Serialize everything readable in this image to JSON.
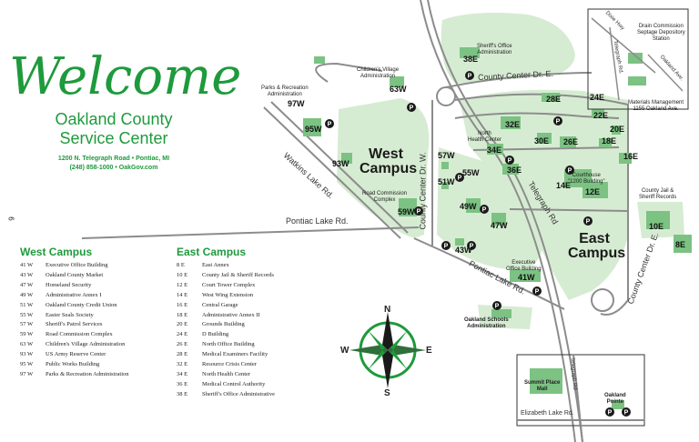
{
  "header": {
    "welcome": "Welcome",
    "title_line1": "Oakland County",
    "title_line2": "Service Center",
    "address": "1200 N. Telegraph Road • Pontiac, MI",
    "contact": "(248) 858-1000 • OakGov.com"
  },
  "side_label": "6",
  "campus_labels": {
    "west": "West Campus",
    "east": "East Campus"
  },
  "roads": {
    "county_center_e": "County Center Dr. E.",
    "county_center_w": "County Center Dr. W.",
    "county_center_e_lower": "County Center Dr. E.",
    "telegraph": "Telegraph Rd",
    "telegraph_inset": "Telegraph Rd",
    "watkins": "Watkins Lake Rd.",
    "pontiac_lake_w": "Pontiac Lake Rd.",
    "pontiac_lake_e": "Pontiac Lake Rd.",
    "elizabeth": "Elizabeth Lake Rd.",
    "dixie": "Dixie Hwy",
    "telegraph_ne": "Telegraph Rd.",
    "oakland_ave": "Oakland Ave."
  },
  "place_labels": {
    "parks": "Parks & Recreation\nAdministration",
    "childrens": "Children's Village\nAdministration",
    "sheriff_admin": "Sheriff's Office\nAdministration",
    "north_health": "North\nHealth Center",
    "road_commission": "Road Commission\nComplex",
    "courthouse": "Courthouse\n\"1200 Building\"",
    "jail": "County Jail &\nSheriff Records",
    "executive": "Executive\nOffice Building",
    "schools": "Oakland Schools\nAdministration",
    "drain": "Drain Commission\nSeptage Depository\nStation",
    "materials": "Materials Management\n1155 Oakland Ave.",
    "summit": "Summit Place\nMall",
    "oakland_pointe": "Oakland\nPointe"
  },
  "building_codes": [
    "38E",
    "97W",
    "63W",
    "95W",
    "93W",
    "28E",
    "24E",
    "32E",
    "22E",
    "30E",
    "26E",
    "20E",
    "18E",
    "34E",
    "36E",
    "16E",
    "57W",
    "55W",
    "51W",
    "14E",
    "12E",
    "49W",
    "47W",
    "59W",
    "10E",
    "8E",
    "43W",
    "41W"
  ],
  "west_list": {
    "heading": "West Campus",
    "items": [
      {
        "code": "41 W",
        "name": "Executive Office Building"
      },
      {
        "code": "43 W",
        "name": "Oakland County Market"
      },
      {
        "code": "47 W",
        "name": "Homeland Security"
      },
      {
        "code": "49 W",
        "name": "Administrative Annex I"
      },
      {
        "code": "51 W",
        "name": "Oakland County Credit Union"
      },
      {
        "code": "55 W",
        "name": "Easter Seals Society"
      },
      {
        "code": "57 W",
        "name": "Sheriff's Patrol Services"
      },
      {
        "code": "59 W",
        "name": "Road Commission Complex"
      },
      {
        "code": "63 W",
        "name": "Children's Village Administration"
      },
      {
        "code": "93 W",
        "name": "US Army Reserve Center"
      },
      {
        "code": "95 W",
        "name": "Public Works Building"
      },
      {
        "code": "97 W",
        "name": "Parks & Recreation Administration"
      }
    ]
  },
  "east_list": {
    "heading": "East Campus",
    "items": [
      {
        "code": "8 E",
        "name": "East Annex"
      },
      {
        "code": "10 E",
        "name": "County Jail & Sheriff Records"
      },
      {
        "code": "12 E",
        "name": "Court Tower Complex"
      },
      {
        "code": "14 E",
        "name": "West Wing Extension"
      },
      {
        "code": "16 E",
        "name": "Central Garage"
      },
      {
        "code": "18 E",
        "name": "Administrative Annex II"
      },
      {
        "code": "20 E",
        "name": "Grounds Building"
      },
      {
        "code": "24 E",
        "name": "D Building"
      },
      {
        "code": "26 E",
        "name": "North Office Building"
      },
      {
        "code": "28 E",
        "name": "Medical Examiners Facility"
      },
      {
        "code": "32 E",
        "name": "Resource Crisis Center"
      },
      {
        "code": "34 E",
        "name": "North Health Center"
      },
      {
        "code": "36 E",
        "name": "Medical Control Authority"
      },
      {
        "code": "38 E",
        "name": "Sheriff's Office Administrative"
      }
    ]
  },
  "compass": {
    "n": "N",
    "s": "S",
    "e": "E",
    "w": "W"
  },
  "parking_label": "P",
  "colors": {
    "brand_green": "#1e9a3c",
    "campus_fill": "#d6ecd2",
    "building_fill": "#7cc283",
    "road": "#8c8c8c",
    "parking": "#1a1a1a"
  }
}
